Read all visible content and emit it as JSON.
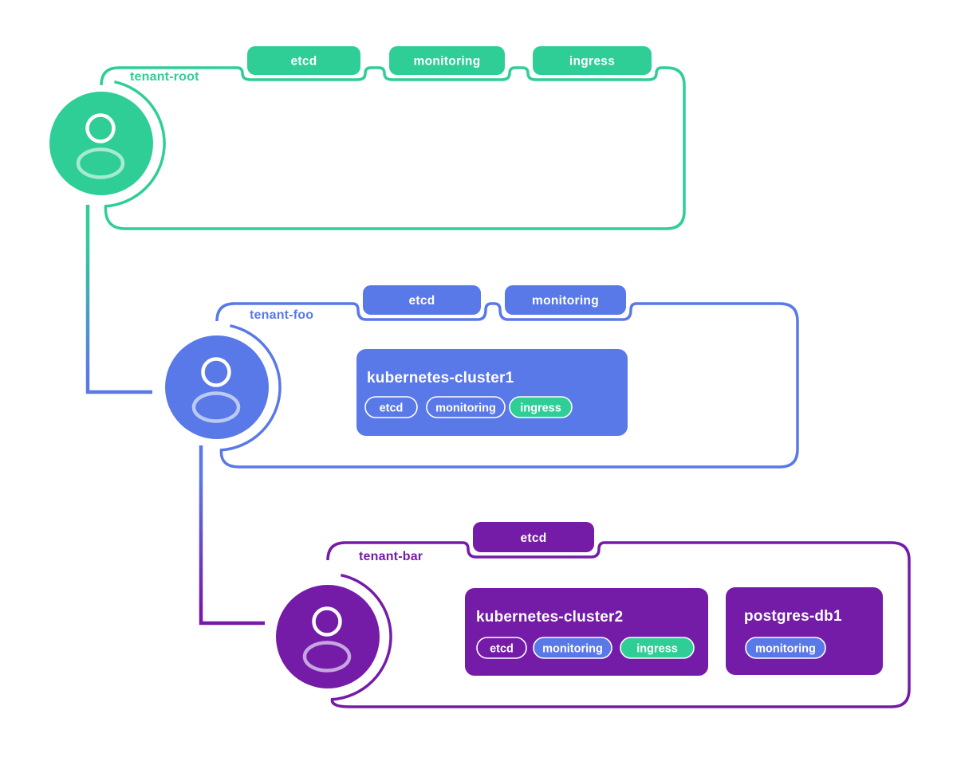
{
  "title": "Tenant hierarchy diagram",
  "colors": {
    "green": "#2FCE97",
    "green_light": "#A8EAD1",
    "blue": "#5A79E8",
    "blue_light": "#BCC9F4",
    "purple": "#741CA7",
    "purple_light": "#C5A6DF",
    "white": "#FFFFFF"
  },
  "tenants": [
    {
      "name": "tenant-root",
      "tags": [
        "etcd",
        "monitoring",
        "ingress"
      ],
      "resources": []
    },
    {
      "name": "tenant-foo",
      "tags": [
        "etcd",
        "monitoring"
      ],
      "resources": [
        {
          "name": "kubernetes-cluster1",
          "tags": [
            {
              "label": "etcd",
              "variant": "outline"
            },
            {
              "label": "monitoring",
              "variant": "outline"
            },
            {
              "label": "ingress",
              "variant": "green"
            }
          ]
        }
      ]
    },
    {
      "name": "tenant-bar",
      "tags": [
        "etcd"
      ],
      "resources": [
        {
          "name": "kubernetes-cluster2",
          "tags": [
            {
              "label": "etcd",
              "variant": "outline"
            },
            {
              "label": "monitoring",
              "variant": "blue"
            },
            {
              "label": "ingress",
              "variant": "green"
            }
          ]
        },
        {
          "name": "postgres-db1",
          "tags": [
            {
              "label": "monitoring",
              "variant": "blue"
            }
          ]
        }
      ]
    }
  ]
}
